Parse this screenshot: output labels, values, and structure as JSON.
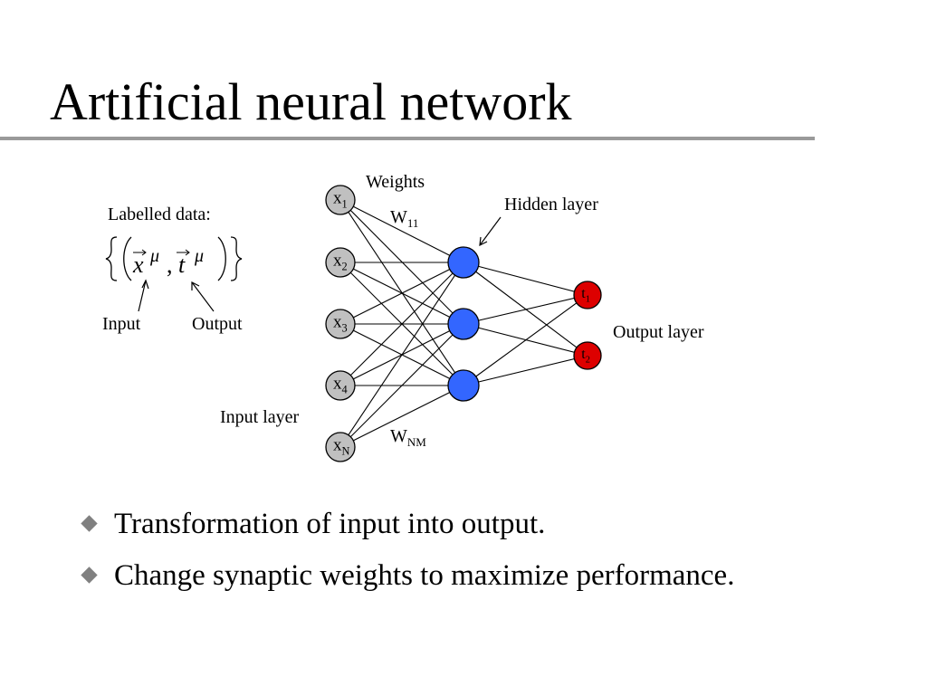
{
  "slide": {
    "title": "Artificial neural network"
  },
  "diagram": {
    "labelled_data_caption": "Labelled data:",
    "formula": {
      "vector_x": "x",
      "vector_t": "t",
      "superscript": "μ",
      "separator": ","
    },
    "input_annotation": "Input",
    "output_annotation": "Output",
    "weights_label": "Weights",
    "weight_first": {
      "base": "W",
      "sub": "11"
    },
    "weight_last": {
      "base": "W",
      "sub": "NM"
    },
    "hidden_layer_label": "Hidden layer",
    "output_layer_label": "Output layer",
    "input_layer_label": "Input layer",
    "input_nodes": [
      {
        "base": "x",
        "sub": "1"
      },
      {
        "base": "x",
        "sub": "2"
      },
      {
        "base": "x",
        "sub": "3"
      },
      {
        "base": "x",
        "sub": "4"
      },
      {
        "base": "x",
        "sub": "N"
      }
    ],
    "hidden_node_count": 3,
    "output_nodes": [
      {
        "base": "t",
        "sub": "1"
      },
      {
        "base": "t",
        "sub": "2"
      }
    ],
    "colors": {
      "input_node": "#c0c0c0",
      "hidden_node": "#3366ff",
      "output_node": "#dd0000"
    }
  },
  "bullets": [
    {
      "text": "Transformation of input into output."
    },
    {
      "text": "Change synaptic weights to maximize performance."
    }
  ]
}
